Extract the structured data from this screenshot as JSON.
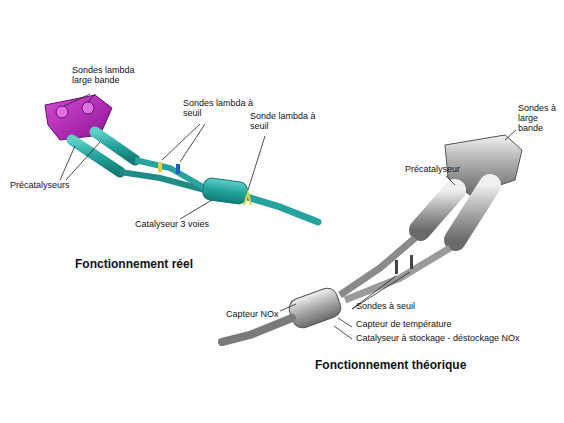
{
  "diagram": {
    "labels": [
      "Sondes lambda large bande",
      "Sondes lambda à seuil",
      "Sonde lambda à seuil",
      "Précatalyseurs",
      "Catalyseur 3 voies",
      "Fonctionnement réel",
      "Sondes à large bande",
      "Précatalyseur",
      "Capteur NOx",
      "Sondes à seuil",
      "Capteur de température",
      "Catalyseur à stockage - déstockage NOx",
      "Fonctionnement théorique"
    ]
  }
}
